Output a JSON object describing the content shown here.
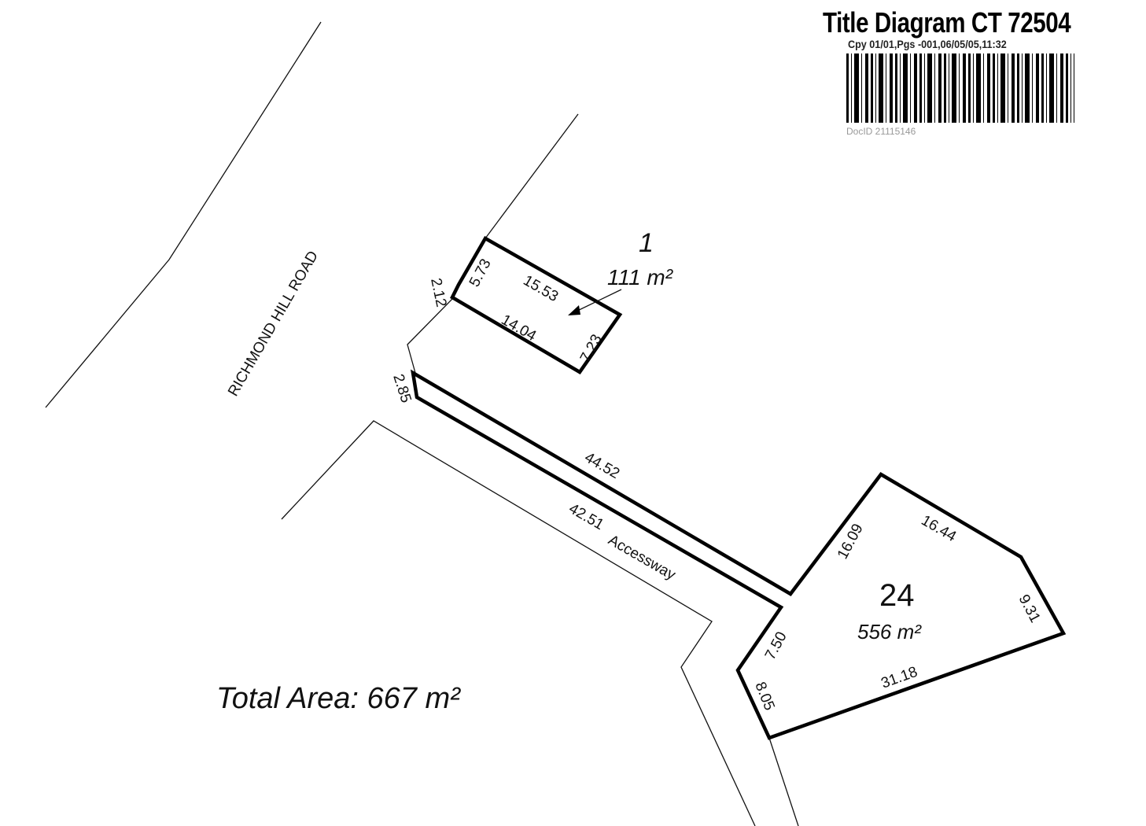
{
  "header": {
    "title": "Title Diagram CT 72504",
    "meta": "Cpy   01/01,Pgs  -001,06/05/05,11:32",
    "doc_id": "DocID 21115146"
  },
  "road": {
    "label": "RICHMOND HILL ROAD"
  },
  "lot1": {
    "number": "1",
    "area": "111 m²",
    "dims": [
      "5.73",
      "15.53",
      "14.04",
      "7.23",
      "2.12"
    ]
  },
  "accessway": {
    "label": "Accessway",
    "dims": [
      "2.85",
      "44.52",
      "42.51"
    ]
  },
  "lot24": {
    "number": "24",
    "area": "556 m²",
    "dims": [
      "16.09",
      "16.44",
      "9.31",
      "31.18",
      "7.50",
      "8.05"
    ]
  },
  "total_area": "Total Area: 667 m²"
}
